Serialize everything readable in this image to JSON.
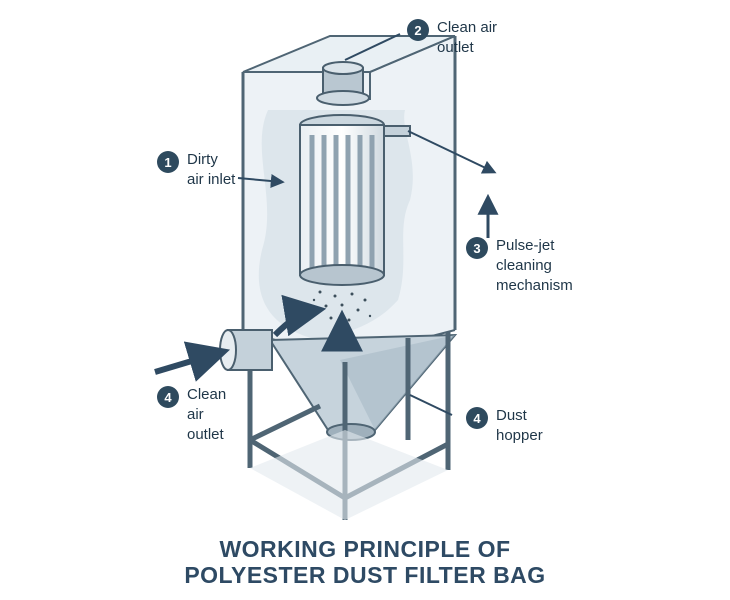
{
  "callouts": [
    {
      "id": "clean-air-outlet-top",
      "number": "2",
      "text": "Clean air\noutlet"
    },
    {
      "id": "dirty-air-inlet",
      "number": "1",
      "text": "Dirty\nair inlet"
    },
    {
      "id": "pulse-jet",
      "number": "3",
      "text": "Pulse-jet\ncleaning\nmechanism"
    },
    {
      "id": "clean-air-outlet-bottom",
      "number": "4",
      "text": "Clean\nair\noutlet"
    },
    {
      "id": "dust-hopper",
      "number": "4",
      "text": "Dust\nhopper"
    }
  ],
  "title": {
    "line1": "WORKING PRINCIPLE OF",
    "line2": "POLYESTER DUST FILTER BAG"
  },
  "colors": {
    "accent": "#2e4a5e",
    "arrow": "#2f4a62",
    "steel": "#5b6f7e",
    "glass": "#dce6ec"
  }
}
